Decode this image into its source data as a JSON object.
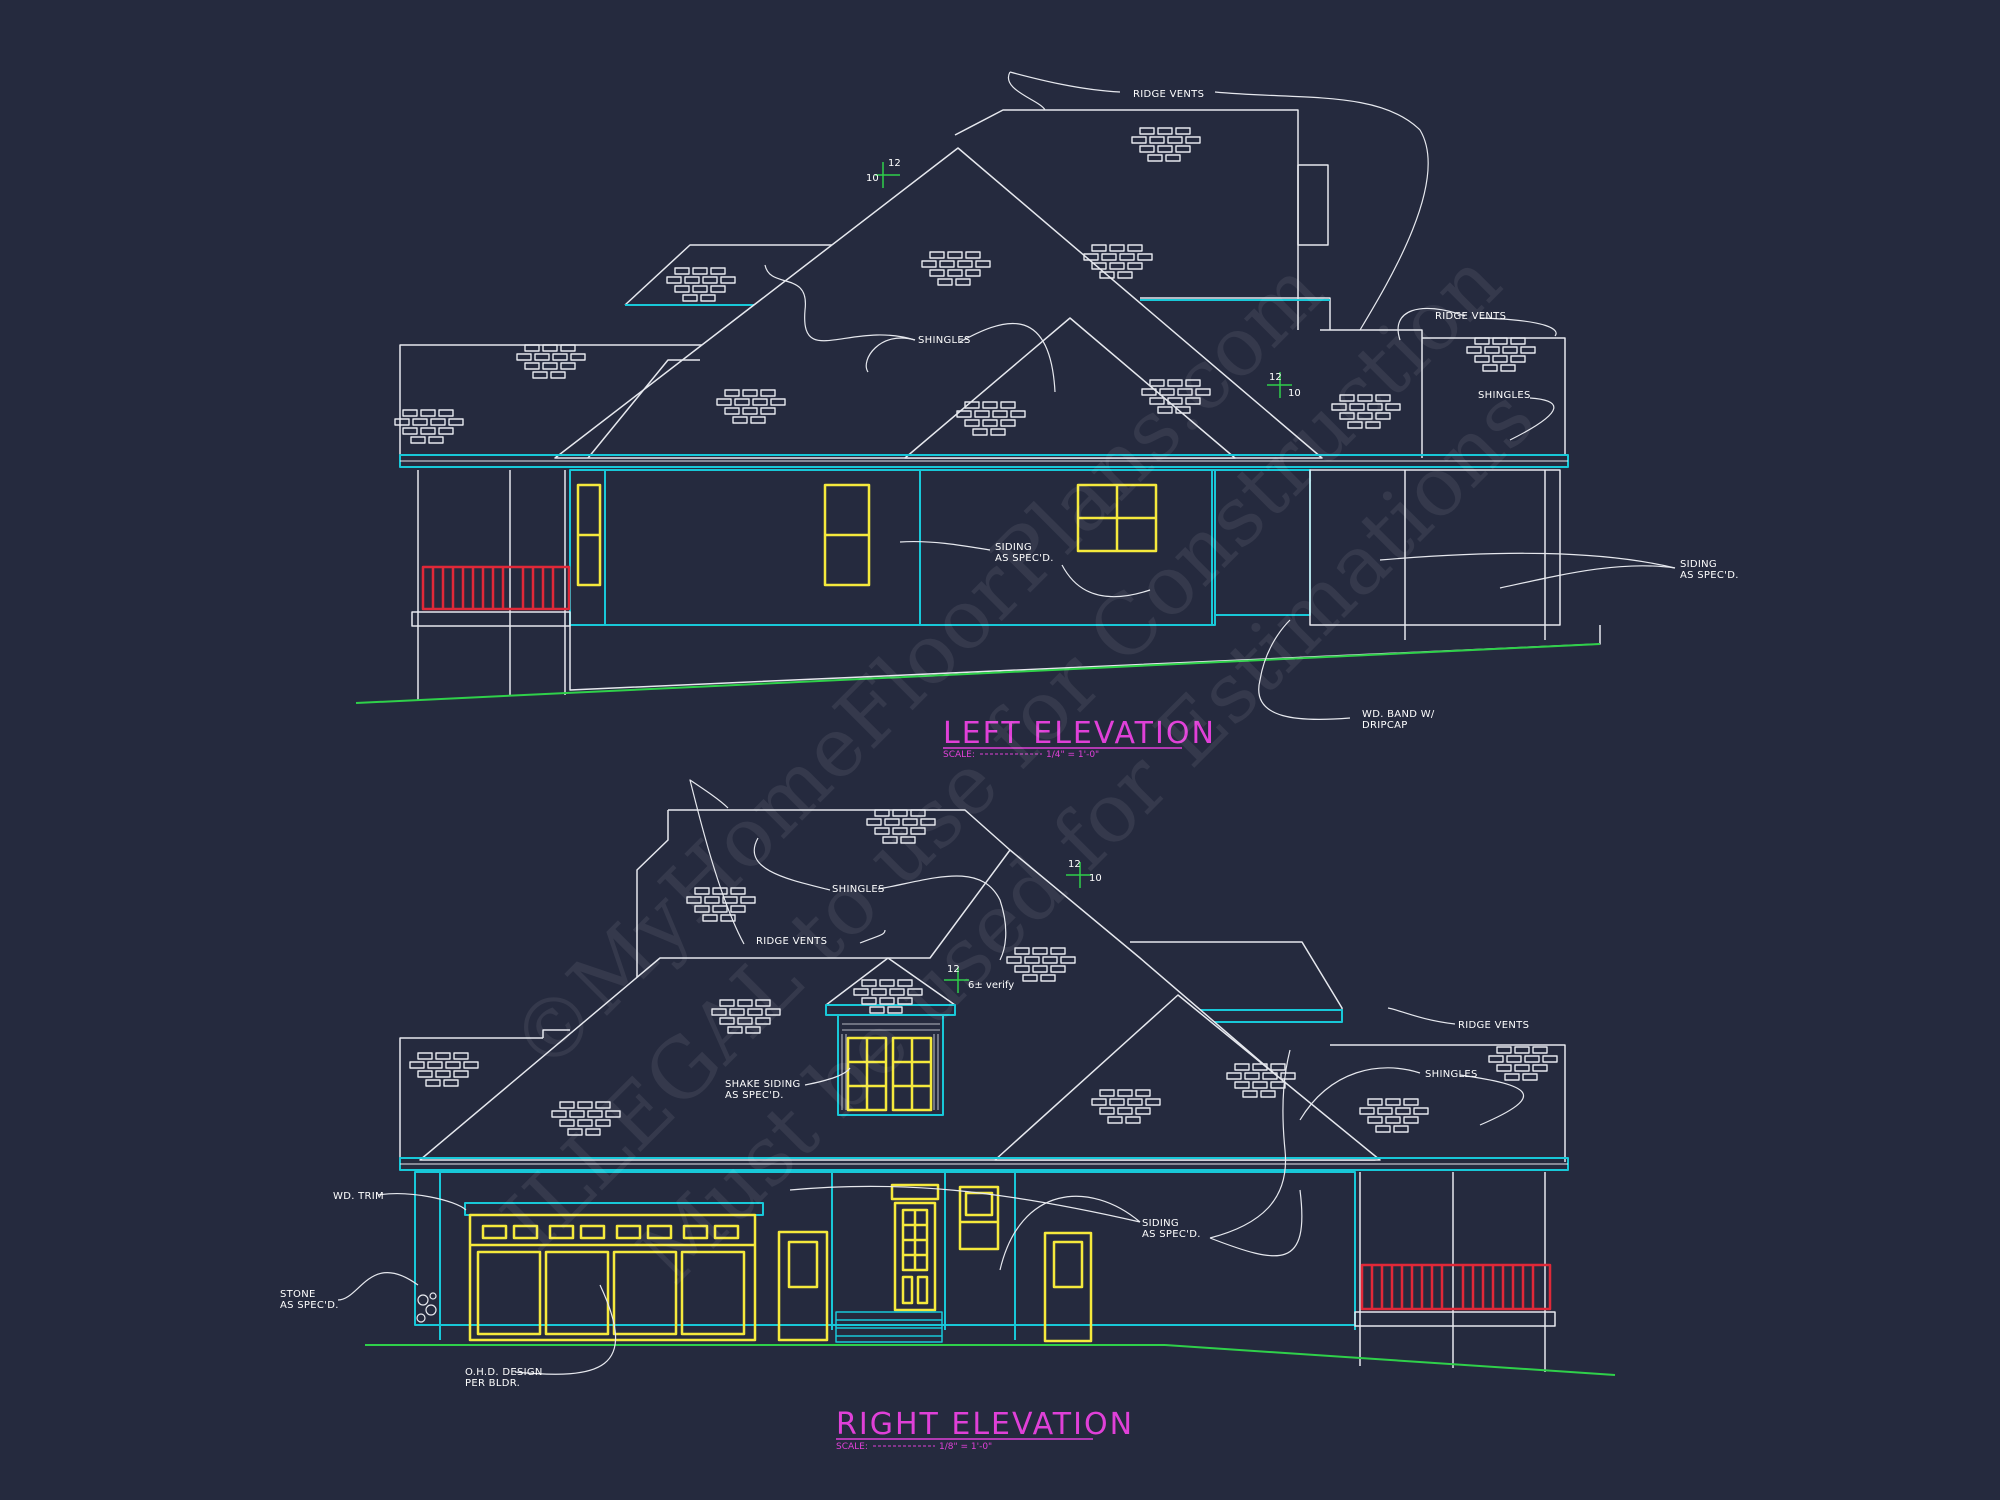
{
  "colors": {
    "background": "#252a3e",
    "outline": "#e6e8ee",
    "trim": "#18c8d8",
    "window": "#f5e93c",
    "railing": "#e02838",
    "grade": "#2fd04a",
    "title": "#e040d8"
  },
  "left_elevation": {
    "title": "LEFT ELEVATION",
    "scale_label": "SCALE:",
    "scale_value": "1/4\" = 1'-0\"",
    "notes": {
      "ridge_vents_top": "RIDGE VENTS",
      "shingles_center": "SHINGLES",
      "ridge_vents_right": "RIDGE VENTS",
      "shingles_right": "SHINGLES",
      "siding_center_1": "SIDING",
      "siding_center_2": "AS SPEC'D.",
      "siding_right_1": "SIDING",
      "siding_right_2": "AS SPEC'D.",
      "band_1": "WD. BAND W/",
      "band_2": "DRIPCAP"
    },
    "pitches": [
      {
        "rise": "10",
        "run": "12"
      },
      {
        "rise": "10",
        "run": "12"
      }
    ]
  },
  "right_elevation": {
    "title": "RIGHT ELEVATION",
    "scale_label": "SCALE:",
    "scale_value": "1/8\" = 1'-0\"",
    "notes": {
      "shingles_top": "SHINGLES",
      "ridge_vents_left": "RIDGE VENTS",
      "ridge_vents_right": "RIDGE VENTS",
      "shingles_right": "SHINGLES",
      "shake_1": "SHAKE SIDING",
      "shake_2": "AS SPEC'D.",
      "trim": "WD. TRIM",
      "stone_1": "STONE",
      "stone_2": "AS SPEC'D.",
      "siding_1": "SIDING",
      "siding_2": "AS SPEC'D.",
      "ohd_1": "O.H.D. DESIGN",
      "ohd_2": "PER BLDR."
    },
    "pitches": [
      {
        "rise": "10",
        "run": "12"
      },
      {
        "rise": "6",
        "run": "12",
        "note": "6± verify"
      }
    ]
  },
  "watermark": {
    "line1": "©MyHomeFloorPlans.com",
    "line2": "ILLEGAL to use for Construction",
    "line3": "Must be used for Estimations"
  }
}
